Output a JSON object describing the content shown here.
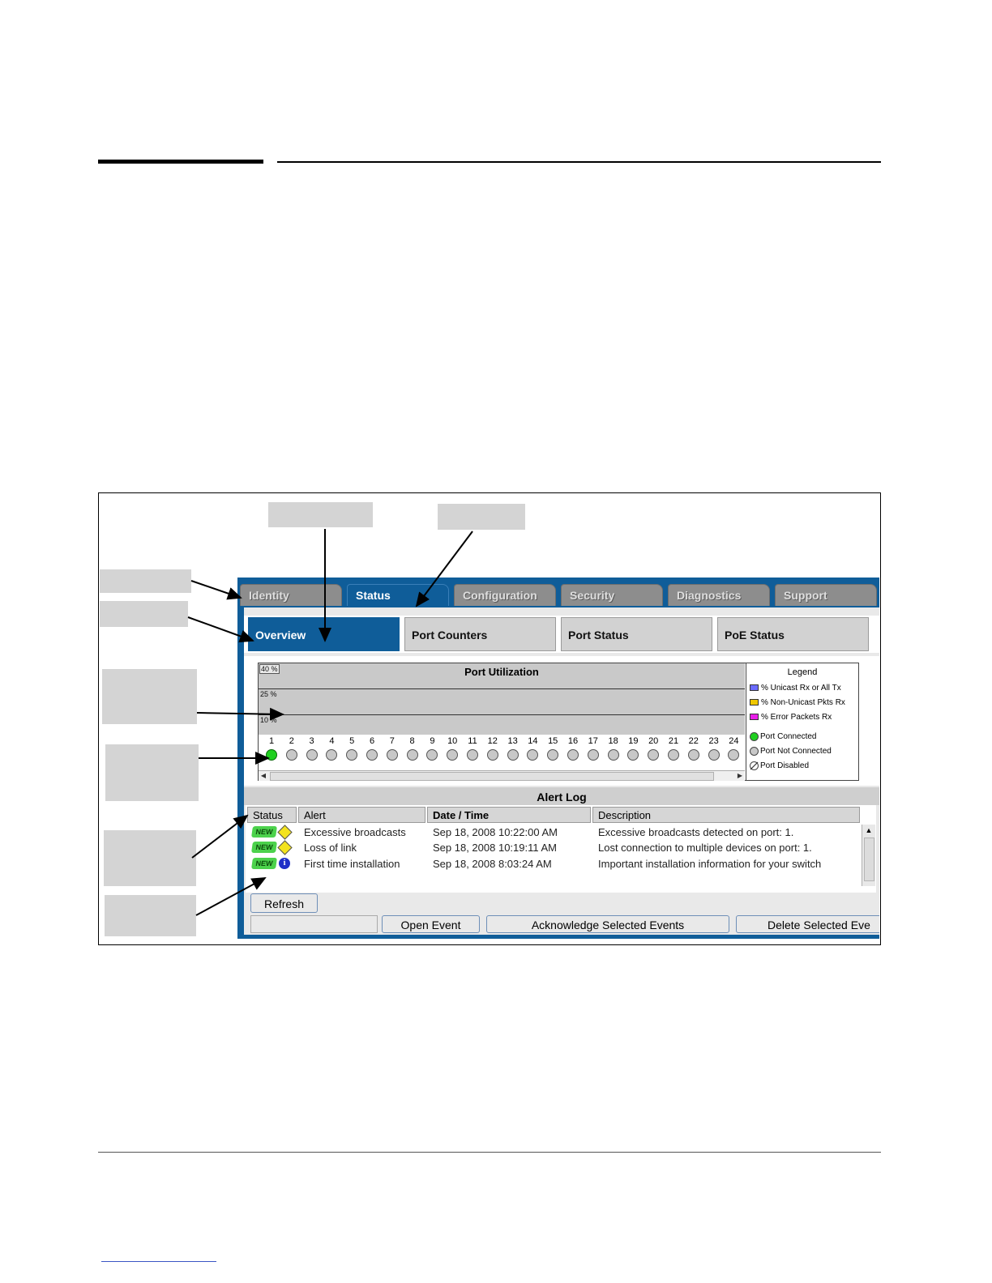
{
  "tabs": [
    "Identity",
    "Status",
    "Configuration",
    "Security",
    "Diagnostics",
    "Support"
  ],
  "active_tab": "Status",
  "subtabs": [
    "Overview",
    "Port Counters",
    "Port Status",
    "PoE Status"
  ],
  "active_subtab": "Overview",
  "utilization": {
    "title": "Port Utilization",
    "y_labels": [
      "40 %",
      "25 %",
      "10 %"
    ],
    "ports": [
      "1",
      "2",
      "3",
      "4",
      "5",
      "6",
      "7",
      "8",
      "9",
      "10",
      "11",
      "12",
      "13",
      "14",
      "15",
      "16",
      "17",
      "18",
      "19",
      "20",
      "21",
      "22",
      "23",
      "24"
    ],
    "connected_ports": [
      "1"
    ]
  },
  "legend": {
    "title": "Legend",
    "items": [
      {
        "label": "% Unicast Rx or All Tx",
        "color": "#6b6bff"
      },
      {
        "label": "% Non-Unicast Pkts Rx",
        "color": "#f0c800"
      },
      {
        "label": "% Error Packets Rx",
        "color": "#e81ee8"
      },
      {
        "label": "Port Connected",
        "color": "#20d020"
      },
      {
        "label": "Port Not Connected",
        "color": "#c8c8c8"
      },
      {
        "label": "Port Disabled",
        "color": "#ffffff"
      }
    ]
  },
  "alert_log": {
    "title": "Alert Log",
    "columns": [
      "Status",
      "Alert",
      "Date / Time",
      "Description"
    ],
    "badge": "NEW",
    "rows": [
      {
        "icon": "warning-icon",
        "alert": "Excessive broadcasts",
        "datetime": "Sep 18, 2008 10:22:00 AM",
        "description": "Excessive broadcasts detected on port: 1."
      },
      {
        "icon": "warning-icon",
        "alert": "Loss of link",
        "datetime": "Sep 18, 2008 10:19:11 AM",
        "description": "Lost connection to multiple devices on port: 1."
      },
      {
        "icon": "info-icon",
        "alert": "First time installation",
        "datetime": "Sep 18, 2008 8:03:24 AM",
        "description": "Important installation information for your switch"
      }
    ]
  },
  "buttons": {
    "refresh": "Refresh",
    "open_event": "Open Event",
    "acknowledge": "Acknowledge Selected Events",
    "delete": "Delete Selected Eve"
  },
  "colors": {
    "accent": "#0f5d99",
    "tab_inactive": "#8d8d8d",
    "port_connected": "#20d020",
    "port_not_connected": "#c8c8c8"
  }
}
